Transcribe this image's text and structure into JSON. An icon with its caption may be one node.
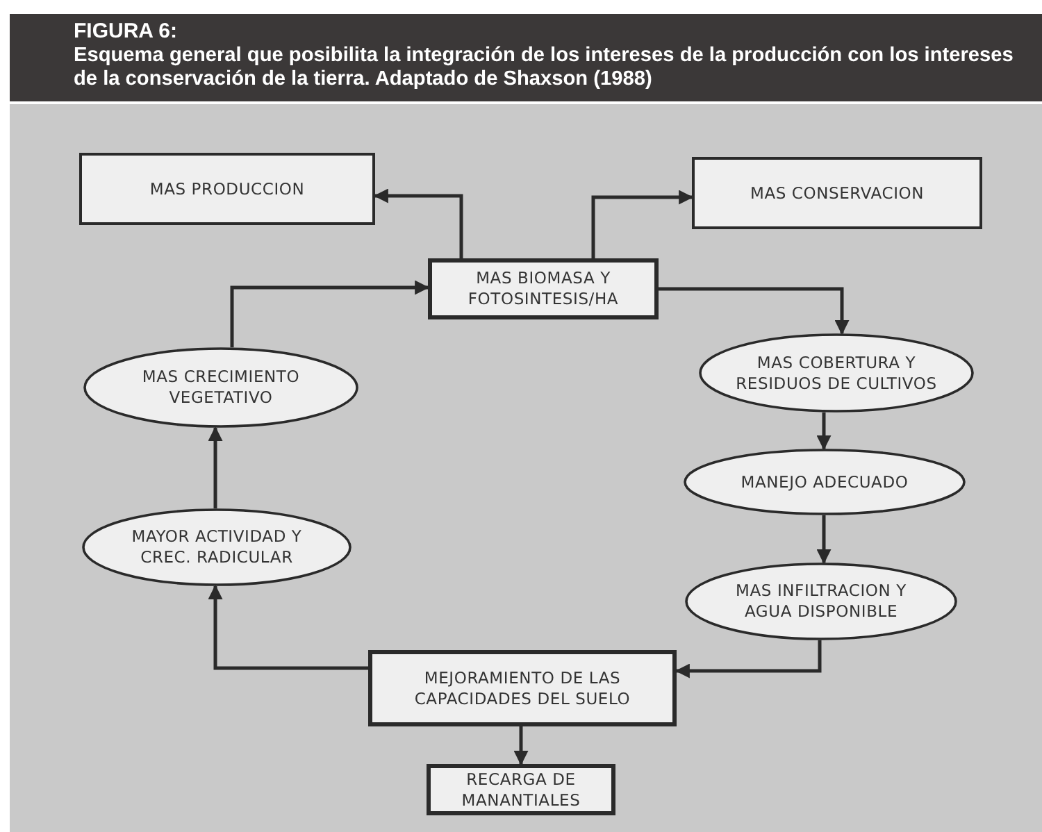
{
  "diagram": {
    "title": "FIGURA 6:",
    "caption": "Esquema general que posibilita la integración de los intereses de la producción con los intereses de la conservación de la tierra. Adaptado de Shaxson (1988)",
    "nodes": [
      {
        "text": [
          "MAS PRODUCCION"
        ]
      },
      {
        "text": [
          "MAS CONSERVACION"
        ]
      },
      {
        "text": [
          "MAS BIOMASA Y FOTOSINTESIS/HA"
        ]
      },
      {
        "text": [
          "MAS CRECIMIENTO VEGETATIVO"
        ]
      },
      {
        "text": [
          "MAS COBERTURA Y RESIDUOS DE CULTIVOS"
        ]
      },
      {
        "text": [
          "MANEJO ADECUADO"
        ]
      },
      {
        "text": [
          "MAYOR ACTIVIDAD Y CREC. RADICULAR"
        ]
      },
      {
        "text": [
          "MAS INFILTRACION Y AGUA DISPONIBLE"
        ]
      },
      {
        "text": [
          "MEJORAMIENTO DE LAS CAPACIDADES DEL SUELO"
        ]
      },
      {
        "text": [
          "RECARGA DE MANANTIALES"
        ]
      }
    ],
    "edges": [
      {
        "from": 2,
        "to": 0,
        "arrow": "to"
      },
      {
        "from": 2,
        "to": 1,
        "arrow": "to"
      },
      {
        "from": 3,
        "to": 2,
        "arrow": "to"
      },
      {
        "from": 2,
        "to": 4,
        "arrow": "to"
      },
      {
        "from": 4,
        "to": 5,
        "arrow": "to"
      },
      {
        "from": 5,
        "to": 7,
        "arrow": "to"
      },
      {
        "from": 7,
        "to": 8,
        "arrow": "to"
      },
      {
        "from": 8,
        "to": 6,
        "arrow": "to"
      },
      {
        "from": 6,
        "to": 3,
        "arrow": "to"
      },
      {
        "from": 8,
        "to": 9,
        "arrow": "to"
      }
    ]
  }
}
